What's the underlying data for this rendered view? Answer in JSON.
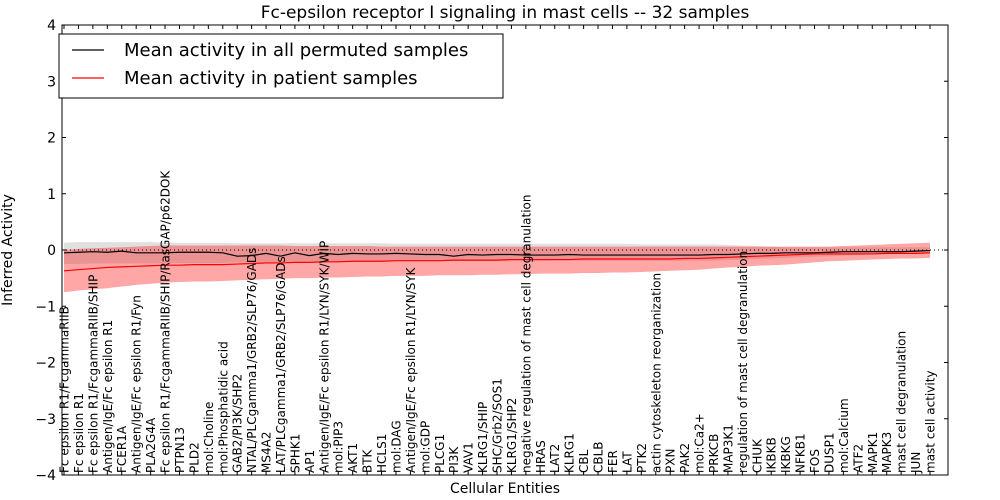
{
  "chart_data": {
    "type": "line",
    "title": "Fc-epsilon receptor I signaling in mast cells -- 32 samples",
    "xlabel": "Cellular Entities",
    "ylabel": "Inferred Activity",
    "ylim": [
      -4,
      4
    ],
    "yticks": [
      -4,
      -3,
      -2,
      -1,
      0,
      1,
      2,
      3,
      4
    ],
    "grid": false,
    "legend_position": "top-left",
    "categories": [
      "Fc epsilon R1/FcgammaRIIB",
      "Fc epsilon R1",
      "Fc epsilon R1/FcgammaRIIB/SHIP",
      "Antigen/IgE/Fc epsilon R1",
      "FCER1A",
      "Antigen/IgE/Fc epsilon R1/Fyn",
      "PLA2G4A",
      "Fc epsilon R1/FcgammaRIIB/SHIP/RasGAP/p62DOK",
      "PTPN13",
      "PLD2",
      "mol:Choline",
      "mol:Phosphatidic acid",
      "GAB2/PI3K/SHP2",
      "NTAL/PLCgamma1/GRB2/SLP76/GADs",
      "MS4A2",
      "LAT/PLCgamma1/GRB2/SLP76/GADs",
      "SPHK1",
      "AP1",
      "Antigen/IgE/Fc epsilon R1/LYN/SYK/WIP",
      "mol:PIP3",
      "AKT1",
      "BTK",
      "HCLS1",
      "mol:DAG",
      "Antigen/IgE/Fc epsilon R1/LYN/SYK",
      "mol:GDP",
      "PLCG1",
      "PI3K",
      "VAV1",
      "KLRG1/SHIP",
      "SHC/Grb2/SOS1",
      "KLRG1/SHP2",
      "negative regulation of mast cell degranulation",
      "HRAS",
      "LAT2",
      "KLRG1",
      "CBL",
      "CBLB",
      "FER",
      "LAT",
      "PTK2",
      "actin cytoskeleton reorganization",
      "PXN",
      "PAK2",
      "mol:Ca2+",
      "PRKCB",
      "MAP3K1",
      "regulation of mast cell degranulation",
      "CHUK",
      "IKBKB",
      "IKBKG",
      "NFKB1",
      "FOS",
      "DUSP1",
      "mol:Calcium",
      "ATF2",
      "MAPK1",
      "MAPK3",
      "mast cell degranulation",
      "JUN",
      "mast cell activity"
    ],
    "series": [
      {
        "name": "Mean activity in all permuted samples",
        "color": "#000000",
        "values": [
          -0.05,
          -0.04,
          -0.03,
          -0.04,
          -0.02,
          -0.05,
          -0.05,
          -0.05,
          -0.04,
          -0.04,
          -0.04,
          -0.05,
          -0.11,
          -0.1,
          -0.06,
          -0.11,
          -0.05,
          -0.1,
          -0.06,
          -0.08,
          -0.06,
          -0.07,
          -0.07,
          -0.06,
          -0.07,
          -0.08,
          -0.08,
          -0.11,
          -0.08,
          -0.09,
          -0.08,
          -0.08,
          -0.09,
          -0.09,
          -0.09,
          -0.08,
          -0.09,
          -0.09,
          -0.09,
          -0.09,
          -0.09,
          -0.09,
          -0.09,
          -0.09,
          -0.09,
          -0.08,
          -0.08,
          -0.07,
          -0.06,
          -0.06,
          -0.05,
          -0.05,
          -0.05,
          -0.04,
          -0.03,
          -0.03,
          -0.03,
          -0.03,
          -0.03,
          -0.02,
          -0.01
        ],
        "lower": [
          -0.25,
          -0.25,
          -0.24,
          -0.24,
          -0.24,
          -0.24,
          -0.24,
          -0.24,
          -0.23,
          -0.23,
          -0.23,
          -0.23,
          -0.22,
          -0.22,
          -0.22,
          -0.22,
          -0.21,
          -0.21,
          -0.21,
          -0.21,
          -0.21,
          -0.21,
          -0.21,
          -0.2,
          -0.2,
          -0.2,
          -0.2,
          -0.2,
          -0.2,
          -0.2,
          -0.2,
          -0.2,
          -0.2,
          -0.2,
          -0.19,
          -0.19,
          -0.19,
          -0.19,
          -0.19,
          -0.19,
          -0.19,
          -0.19,
          -0.19,
          -0.19,
          -0.19,
          -0.19,
          -0.18,
          -0.17,
          -0.16,
          -0.15,
          -0.14,
          -0.13,
          -0.12,
          -0.11,
          -0.1,
          -0.09,
          -0.08,
          -0.07,
          -0.06,
          -0.05,
          -0.05
        ],
        "upper": [
          0.13,
          0.14,
          0.14,
          0.14,
          0.14,
          0.14,
          0.14,
          0.13,
          0.13,
          0.13,
          0.13,
          0.13,
          0.12,
          0.12,
          0.12,
          0.12,
          0.12,
          0.12,
          0.12,
          0.12,
          0.12,
          0.12,
          0.12,
          0.11,
          0.11,
          0.11,
          0.11,
          0.11,
          0.11,
          0.11,
          0.11,
          0.11,
          0.11,
          0.11,
          0.11,
          0.11,
          0.11,
          0.11,
          0.11,
          0.11,
          0.1,
          0.1,
          0.1,
          0.1,
          0.1,
          0.1,
          0.09,
          0.08,
          0.07,
          0.06,
          0.05,
          0.05,
          0.05,
          0.05,
          0.05,
          0.05,
          0.05,
          0.05,
          0.05,
          0.05,
          0.05
        ]
      },
      {
        "name": "Mean activity in patient samples",
        "color": "#ff0000",
        "values": [
          -0.37,
          -0.35,
          -0.33,
          -0.31,
          -0.3,
          -0.29,
          -0.28,
          -0.27,
          -0.27,
          -0.26,
          -0.26,
          -0.26,
          -0.25,
          -0.24,
          -0.23,
          -0.23,
          -0.22,
          -0.22,
          -0.21,
          -0.21,
          -0.2,
          -0.2,
          -0.2,
          -0.19,
          -0.19,
          -0.19,
          -0.19,
          -0.18,
          -0.18,
          -0.18,
          -0.18,
          -0.17,
          -0.17,
          -0.17,
          -0.17,
          -0.17,
          -0.16,
          -0.16,
          -0.16,
          -0.16,
          -0.16,
          -0.16,
          -0.16,
          -0.15,
          -0.15,
          -0.14,
          -0.13,
          -0.12,
          -0.11,
          -0.1,
          -0.09,
          -0.08,
          -0.07,
          -0.07,
          -0.07,
          -0.07,
          -0.07,
          -0.06,
          -0.06,
          -0.06,
          -0.05
        ],
        "lower": [
          -0.75,
          -0.72,
          -0.7,
          -0.68,
          -0.65,
          -0.62,
          -0.6,
          -0.58,
          -0.57,
          -0.56,
          -0.56,
          -0.55,
          -0.54,
          -0.53,
          -0.52,
          -0.51,
          -0.5,
          -0.5,
          -0.49,
          -0.49,
          -0.48,
          -0.47,
          -0.47,
          -0.46,
          -0.46,
          -0.46,
          -0.45,
          -0.45,
          -0.45,
          -0.44,
          -0.44,
          -0.43,
          -0.43,
          -0.42,
          -0.42,
          -0.42,
          -0.41,
          -0.41,
          -0.4,
          -0.4,
          -0.39,
          -0.38,
          -0.37,
          -0.36,
          -0.35,
          -0.33,
          -0.31,
          -0.3,
          -0.28,
          -0.27,
          -0.26,
          -0.24,
          -0.22,
          -0.2,
          -0.19,
          -0.18,
          -0.17,
          -0.16,
          -0.15,
          -0.15,
          -0.14
        ],
        "upper": [
          0.0,
          0.02,
          0.03,
          0.04,
          0.05,
          0.06,
          0.07,
          0.08,
          0.08,
          0.08,
          0.08,
          0.08,
          0.08,
          0.08,
          0.08,
          0.08,
          0.07,
          0.07,
          0.07,
          0.07,
          0.07,
          0.07,
          0.06,
          0.06,
          0.06,
          0.06,
          0.06,
          0.06,
          0.06,
          0.06,
          0.06,
          0.06,
          0.06,
          0.06,
          0.06,
          0.06,
          0.06,
          0.06,
          0.06,
          0.06,
          0.06,
          0.06,
          0.06,
          0.06,
          0.06,
          0.06,
          0.06,
          0.06,
          0.06,
          0.06,
          0.06,
          0.06,
          0.06,
          0.06,
          0.07,
          0.08,
          0.09,
          0.1,
          0.11,
          0.12,
          0.13
        ]
      }
    ],
    "reference_line": 0
  }
}
